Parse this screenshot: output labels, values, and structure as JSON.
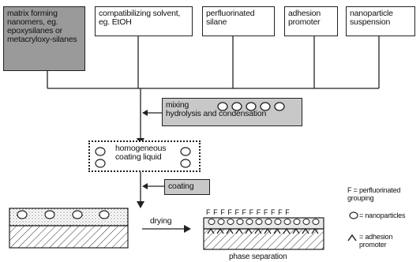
{
  "inputs": {
    "matrix": "matrix forming nanomers, eg. epoxysilanes or metacryloxy-silanes",
    "solvent": "compatibilizing solvent, eg. EtOH",
    "silane": "perfluorinated silane",
    "adhesion": "adhesion promoter",
    "nanoparticle": "nanoparticle suspension"
  },
  "steps": {
    "mixing_line1": "mixing",
    "mixing_line2": "hydrolysis and condensation",
    "liquid_line1": "homogeneous",
    "liquid_line2": "coating liquid",
    "coating": "coating",
    "drying": "drying",
    "phase_separation": "phase separation"
  },
  "legend": {
    "f_label": "F = perfluorinated grouping",
    "nanoparticles_label": "= nanoparticles",
    "adhesion_label": "= adhesion promoter"
  },
  "top_layer_letters": [
    "F",
    "F",
    "F",
    "F",
    "F",
    "F",
    "F",
    "F",
    "F",
    "F",
    "F",
    "F"
  ],
  "colors": {
    "box_dark": "#9a9a9a",
    "box_light": "#c8c8c8",
    "stroke": "#222222"
  }
}
